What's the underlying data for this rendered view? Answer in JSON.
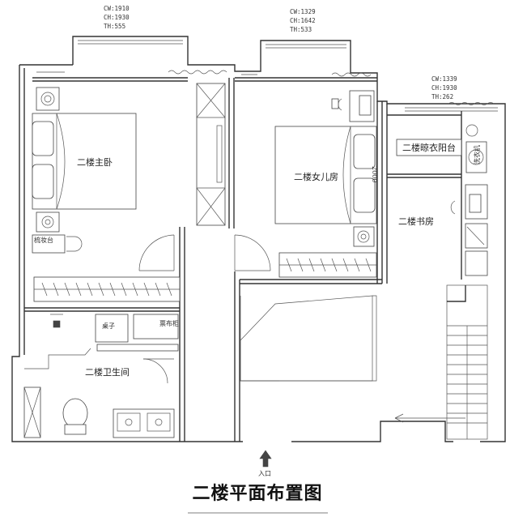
{
  "specs": {
    "left": {
      "cw": "CW:1910",
      "ch": "CH:1930",
      "th": "TH:555"
    },
    "middle": {
      "cw": "CW:1329",
      "ch": "CH:1642",
      "th": "TH:533"
    },
    "right": {
      "cw": "CW:1339",
      "ch": "CH:1930",
      "th": "TH:262"
    }
  },
  "rooms": {
    "master_bedroom": "二楼主卧",
    "daughter_room": "二楼女儿房",
    "laundry_balcony": "二楼晾衣阳台",
    "study": "二楼书房",
    "bathroom": "二楼卫生间"
  },
  "labels": {
    "dresser": "梳妆台",
    "table": "桌子",
    "linen": "票布柜",
    "washer": "洗衣机",
    "entrance": "入口",
    "dimension": "2000"
  },
  "title": "二楼平面布置图"
}
